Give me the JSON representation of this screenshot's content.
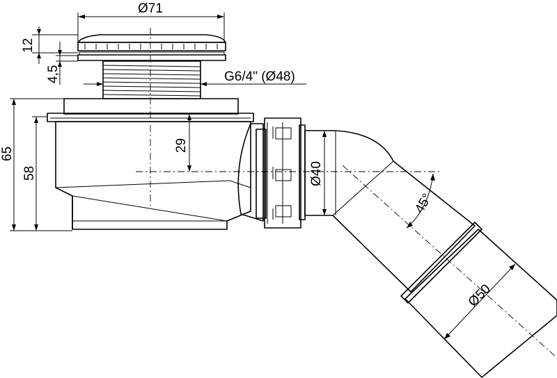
{
  "dimensions": {
    "cap_diameter": "Ø71",
    "cap_height": "12",
    "flange_gap": "4,5",
    "thread": "G6/4\" (Ø48)",
    "total_height": "65",
    "body_height": "58",
    "outlet_center_height": "29",
    "outlet_diameter": "Ø40",
    "elbow_angle": "45°",
    "pipe_diameter": "Ø50"
  },
  "colors": {
    "line": "#000000",
    "cap_fill": "#bdbdbd",
    "body_fill_light": "#ffffff",
    "body_fill_dark": "#9a9a9a",
    "background": "#ffffff"
  }
}
